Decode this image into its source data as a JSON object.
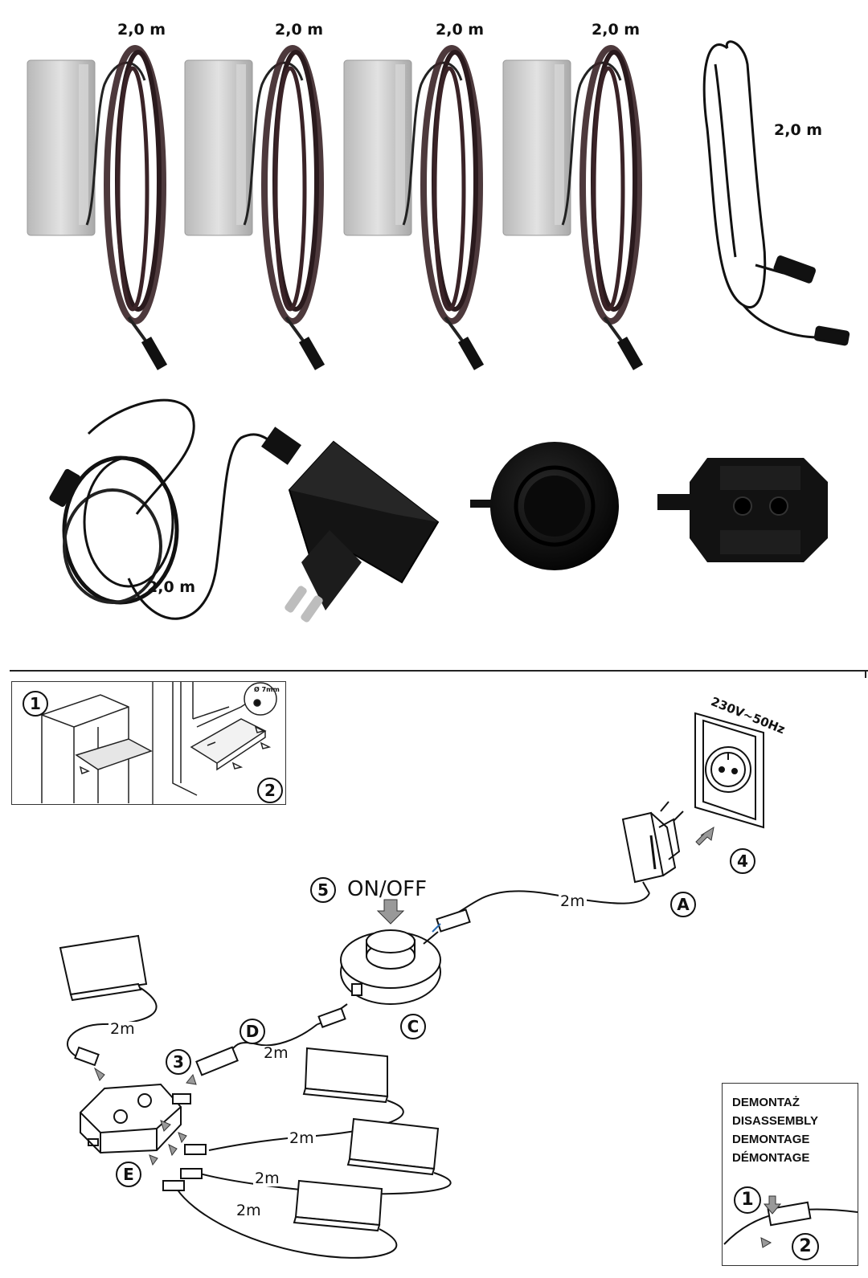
{
  "product_photos": {
    "light_cable_length_1": "2,0 m",
    "light_cable_length_2": "2,0 m",
    "light_cable_length_3": "2,0 m",
    "light_cable_length_4": "2,0 m",
    "extension_cable_length": "2,0 m",
    "adapter_cable_length": "2,0 m"
  },
  "step_inset": {
    "step_1": "1",
    "step_2": "2",
    "hole_diameter": "Ø 7mm"
  },
  "wiring_diagram": {
    "socket_voltage": "230V~50Hz",
    "step_4": "4",
    "step_5": "5",
    "switch_label": "ON/OFF",
    "step_3": "3",
    "part_a": "A",
    "part_c": "C",
    "part_d": "D",
    "part_e": "E",
    "cable_adapter": "2m",
    "cable_switch_to_d": "2m",
    "cable_light_top": "2m",
    "cable_light_2": "2m",
    "cable_light_3": "2m",
    "cable_light_4": "2m"
  },
  "disassembly": {
    "title_pl": "DEMONTAŻ",
    "title_en": "DISASSEMBLY",
    "title_de": "DEMONTAGE",
    "title_fr": "DÉMONTAGE",
    "step_1": "1",
    "step_2": "2"
  }
}
